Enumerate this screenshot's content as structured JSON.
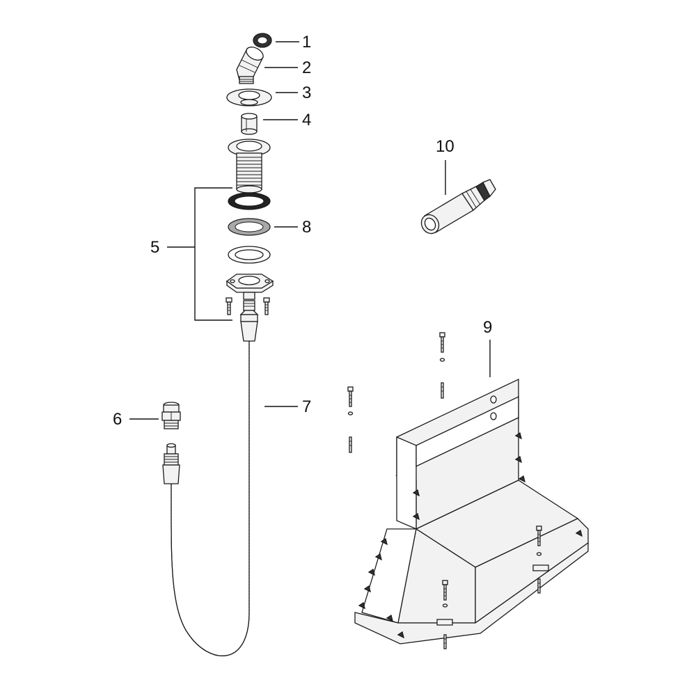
{
  "diagram": {
    "callouts": [
      {
        "id": "1",
        "text": "1"
      },
      {
        "id": "2",
        "text": "2"
      },
      {
        "id": "3",
        "text": "3"
      },
      {
        "id": "4",
        "text": "4"
      },
      {
        "id": "5",
        "text": "5"
      },
      {
        "id": "6",
        "text": "6"
      },
      {
        "id": "7",
        "text": "7"
      },
      {
        "id": "8",
        "text": "8"
      },
      {
        "id": "9",
        "text": "9"
      },
      {
        "id": "10",
        "text": "10"
      }
    ]
  },
  "colors": {
    "line": "#1a1a1a",
    "fill": "#f2f2f2",
    "dark": "#333333",
    "background": "#ffffff"
  }
}
